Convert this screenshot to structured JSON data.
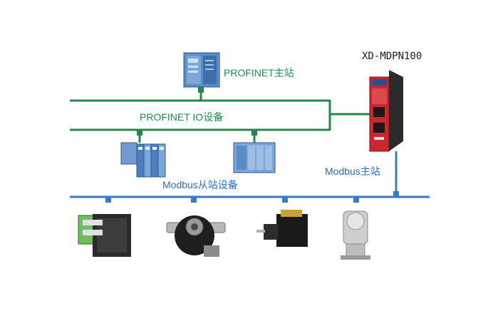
{
  "labels": {
    "profinet_master": "PROFINET主站",
    "profinet_io_devices": "PROFINET IO设备",
    "gateway_model": "XD-MDPN100",
    "modbus_master": "Modbus主站",
    "modbus_slaves": "Modbus从站设备"
  },
  "colors": {
    "profinet_bus": "#1f8a4c",
    "modbus_bus": "#3a78c9",
    "gateway_accent": "#c8282e"
  },
  "devices": {
    "plc": "plc-icon",
    "io_module_1": "io-module-icon",
    "io_module_2": "io-module-icon",
    "gateway": "gateway-icon",
    "slave_1": "stepper-motor-icon",
    "slave_2": "encoder-icon",
    "slave_3": "servo-motor-icon",
    "slave_4": "absolute-encoder-icon"
  }
}
